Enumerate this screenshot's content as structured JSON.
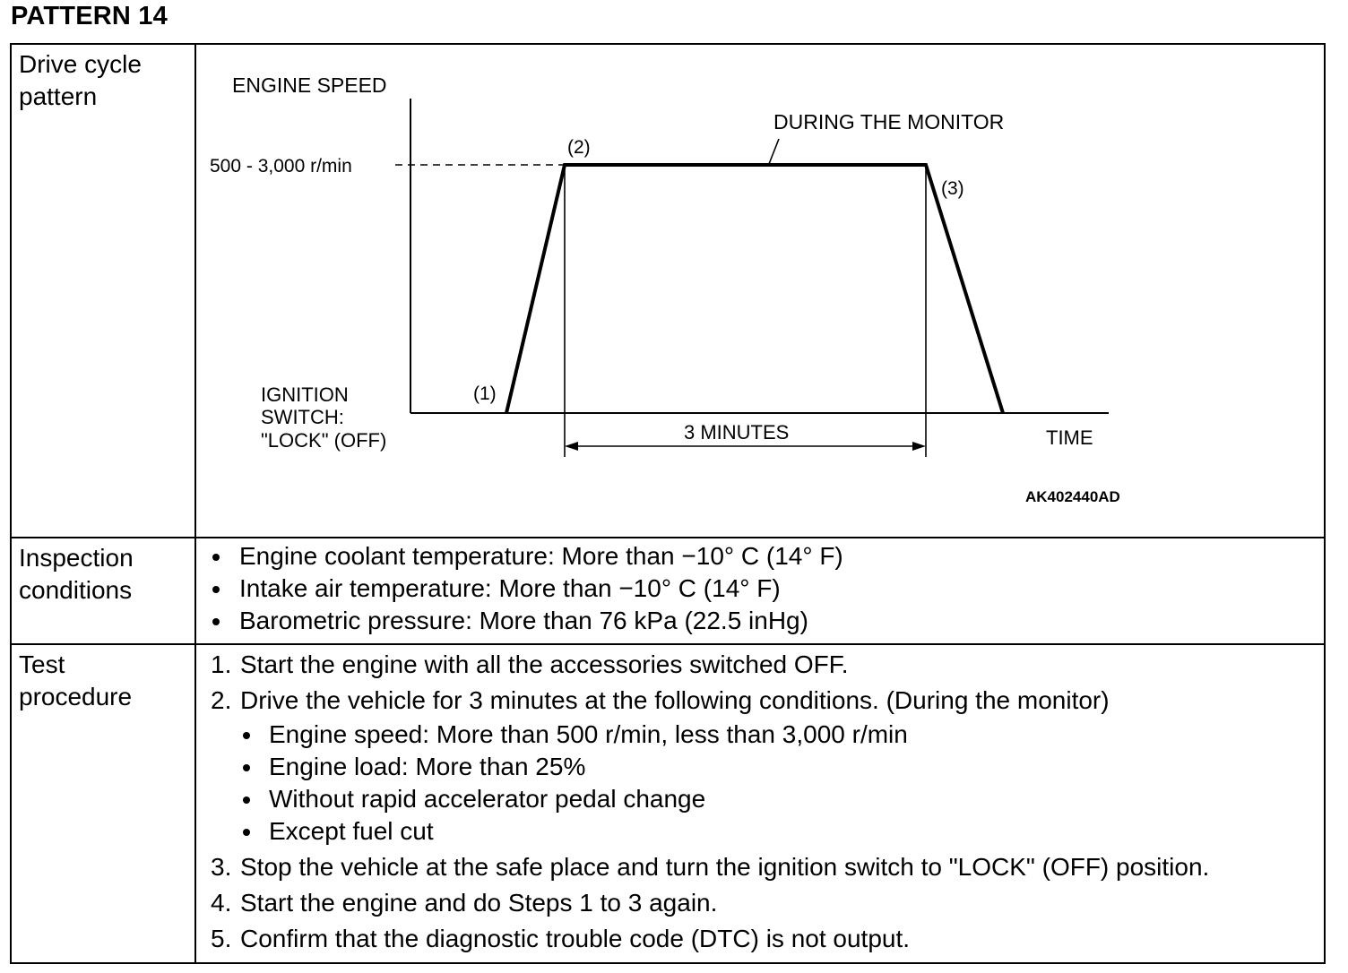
{
  "title": "PATTERN 14",
  "rows": {
    "drive_cycle": {
      "label": "Drive cycle\npattern"
    },
    "inspection": {
      "label": "Inspection\nconditions",
      "items": [
        "Engine coolant temperature: More than −10° C (14° F)",
        "Intake air temperature: More than −10° C (14° F)",
        "Barometric pressure: More than 76 kPa (22.5 inHg)"
      ]
    },
    "test": {
      "label": "Test\nprocedure",
      "steps": [
        {
          "num": "1.",
          "text": "Start the engine with all the accessories switched OFF."
        },
        {
          "num": "2.",
          "text": "Drive the vehicle for 3 minutes at the following conditions. (During the monitor)",
          "sub": [
            "Engine speed: More than 500 r/min, less than 3,000 r/min",
            "Engine load: More than 25%",
            "Without rapid accelerator pedal change",
            "Except fuel cut"
          ]
        },
        {
          "num": "3.",
          "text": "Stop the vehicle at the safe place and turn the ignition switch to \"LOCK\" (OFF) position."
        },
        {
          "num": "4.",
          "text": "Start the engine and do Steps 1 to 3 again."
        },
        {
          "num": "5.",
          "text": "Confirm that the diagnostic trouble code (DTC) is not output."
        }
      ]
    }
  },
  "diagram": {
    "y_axis_label": "ENGINE SPEED",
    "speed_label": "500 - 3,000 r/min",
    "monitor_label": "DURING THE MONITOR",
    "point1": "(1)",
    "point2": "(2)",
    "point3": "(3)",
    "ignition_line1": "IGNITION",
    "ignition_line2": "SWITCH:",
    "ignition_line3": "\"LOCK\" (OFF)",
    "duration_label": "3 MINUTES",
    "x_axis_label": "TIME",
    "figure_code": "AK402440AD"
  }
}
